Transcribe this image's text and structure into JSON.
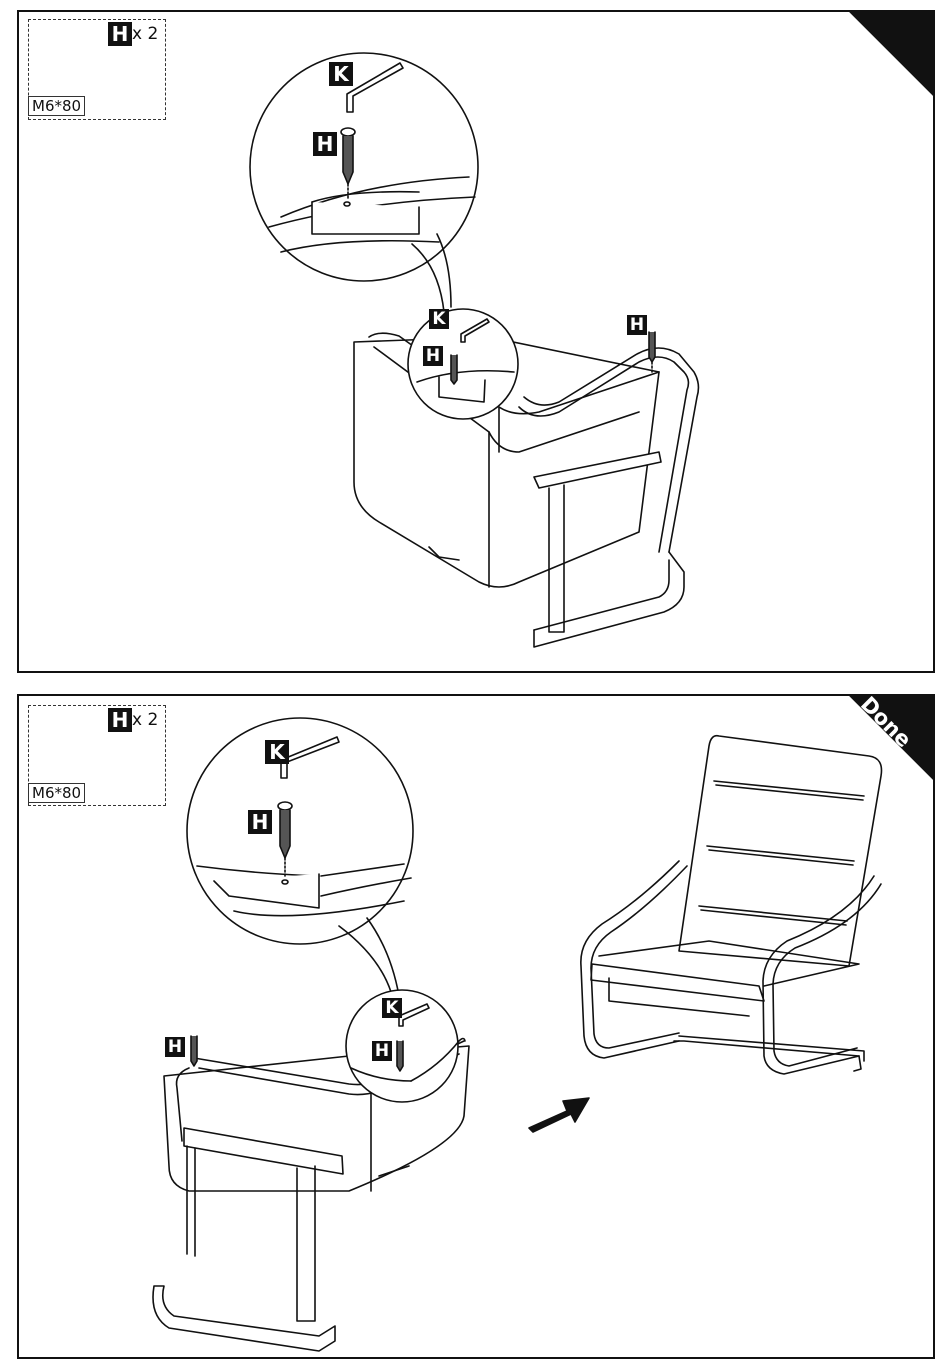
{
  "step1": {
    "hardware": {
      "part": "H",
      "quantity": "x 2",
      "size": "M6*80"
    },
    "detail_labels": {
      "wrench": "K",
      "bolt": "H"
    },
    "chair_labels": {
      "wrench": "K",
      "bolt_left": "H",
      "bolt_right": "H"
    }
  },
  "step2": {
    "hardware": {
      "part": "H",
      "quantity": "x 2",
      "size": "M6*80"
    },
    "detail_labels": {
      "wrench": "K",
      "bolt": "H"
    },
    "chair_labels": {
      "wrench": "K",
      "bolt_left": "H",
      "bolt_right": "H"
    },
    "status_corner": "Done"
  },
  "colors": {
    "ink": "#111111",
    "paper": "#ffffff"
  }
}
